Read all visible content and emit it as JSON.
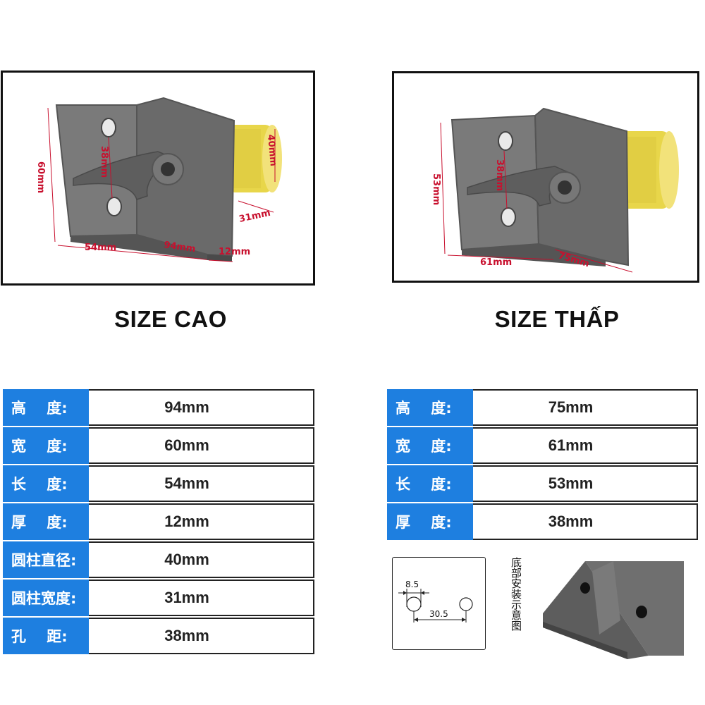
{
  "tall": {
    "title": "SIZE CAO",
    "photo_dims": {
      "height": "60mm",
      "hole_spacing": "38mm",
      "cyl_diameter": "40mm",
      "cyl_width": "31mm",
      "length": "54mm",
      "depth": "94mm",
      "thickness": "12mm"
    },
    "specs": [
      {
        "label": "高    度:",
        "value": "94mm"
      },
      {
        "label": "宽    度:",
        "value": "60mm"
      },
      {
        "label": "长    度:",
        "value": "54mm"
      },
      {
        "label": "厚    度:",
        "value": "12mm"
      },
      {
        "label": "圆柱直径:",
        "value": "40mm"
      },
      {
        "label": "圆柱宽度:",
        "value": "31mm"
      },
      {
        "label": "孔    距:",
        "value": "38mm"
      }
    ]
  },
  "short": {
    "title": "SIZE THẤP",
    "photo_dims": {
      "height": "53mm",
      "hole_spacing": "38mm",
      "length": "61mm",
      "depth": "75mm"
    },
    "specs": [
      {
        "label": "高    度:",
        "value": "75mm"
      },
      {
        "label": "宽    度:",
        "value": "61mm"
      },
      {
        "label": "长    度:",
        "value": "53mm"
      },
      {
        "label": "厚    度:",
        "value": "38mm"
      }
    ]
  },
  "install": {
    "hole_diameter": "8.5",
    "hole_spacing": "30.5",
    "caption": "底部安装示意图"
  },
  "colors": {
    "label_bg": "#1e7fe0",
    "dimension_text": "#c8102e",
    "metal": "#6b6b6b",
    "polyurethane": "#e8d64a"
  }
}
